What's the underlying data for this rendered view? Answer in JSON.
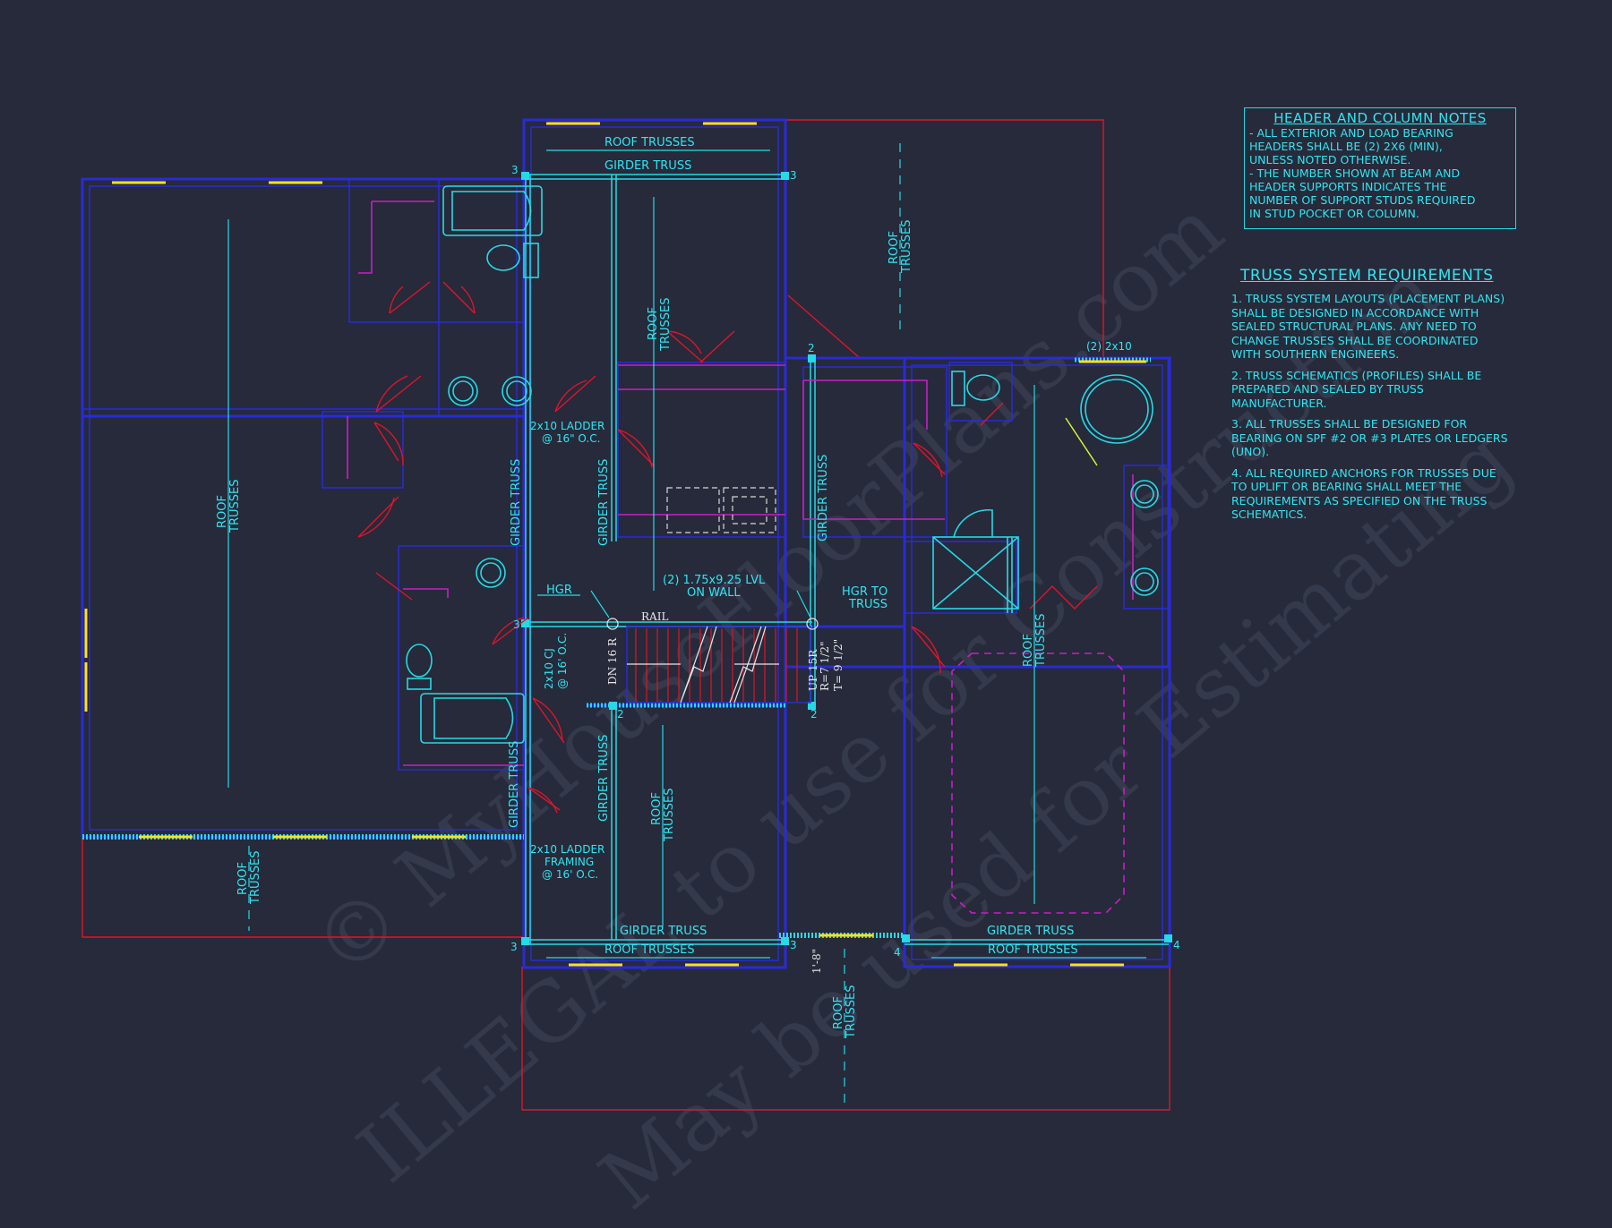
{
  "header_notes": {
    "title": "HEADER AND COLUMN NOTES",
    "lines": [
      "- ALL EXTERIOR AND LOAD BEARING",
      "HEADERS SHALL BE (2) 2x6 (MIN),",
      "UNLESS NOTED OTHERWISE.",
      "- THE NUMBER SHOWN AT BEAM AND",
      "HEADER SUPPORTS INDICATES THE",
      "NUMBER OF SUPPORT STUDS REQUIRED",
      "IN STUD POCKET OR COLUMN."
    ]
  },
  "truss_requirements": {
    "title": "TRUSS SYSTEM REQUIREMENTS",
    "items": [
      [
        "1. TRUSS SYSTEM LAYOUTS (PLACEMENT PLANS)",
        "SHALL BE DESIGNED IN ACCORDANCE WITH",
        "SEALED STRUCTURAL PLANS. ANY NEED TO",
        "CHANGE TRUSSES SHALL BE COORDINATED",
        "WITH SOUTHERN ENGINEERS."
      ],
      [
        "2. TRUSS SCHEMATICS (PROFILES) SHALL BE",
        "PREPARED AND SEALED BY TRUSS",
        "MANUFACTURER."
      ],
      [
        "3. ALL TRUSSES SHALL BE DESIGNED FOR",
        "BEARING ON SPF #2 OR #3 PLATES OR LEDGERS",
        "(UNO)."
      ],
      [
        "4. ALL REQUIRED ANCHORS FOR TRUSSES DUE",
        "TO UPLIFT OR BEARING SHALL MEET THE",
        "REQUIREMENTS AS SPECIFIED ON THE TRUSS",
        "SCHEMATICS."
      ]
    ]
  },
  "labels": {
    "roof_trusses": "ROOF TRUSSES",
    "roof": "ROOF",
    "trusses": "TRUSSES",
    "girder_truss": "GIRDER TRUSS",
    "ladder_1": "2x10 LADDER",
    "ladder_1b": "@ 16\" O.C.",
    "ladder_2": "2x10 LADDER",
    "ladder_2b": "FRAMING",
    "ladder_2c": "@ 16' O.C.",
    "hgr": "HGR",
    "lvl_1": "(2) 1.75x9.25 LVL",
    "lvl_2": "ON WALL",
    "hgr_to": "HGR TO",
    "truss": "TRUSS",
    "rail": "RAIL",
    "cj_1": "2x10 CJ",
    "cj_2": "@ 16' O.C.",
    "dn": "DN 16 R",
    "up": "UP 15R",
    "riser": "R=7 1/2\"",
    "tread": "T= 9 1/2\"",
    "header_2x10": "(2) 2x10",
    "dim_1_8": "1'-8\"",
    "n2": "2",
    "n3": "3",
    "n4": "4"
  },
  "watermark": {
    "line1": "© MyHouseFloorPlans.com",
    "line2": "ILLEGAL to use for Construction",
    "line3": "May be used for Estimating"
  },
  "colors": {
    "background": "#262a3a",
    "wall": "#2a2ad8",
    "annotation": "#26d9e6",
    "door": "#e0142a",
    "window": "#ffe21a",
    "cabinet": "#c81ec8"
  }
}
